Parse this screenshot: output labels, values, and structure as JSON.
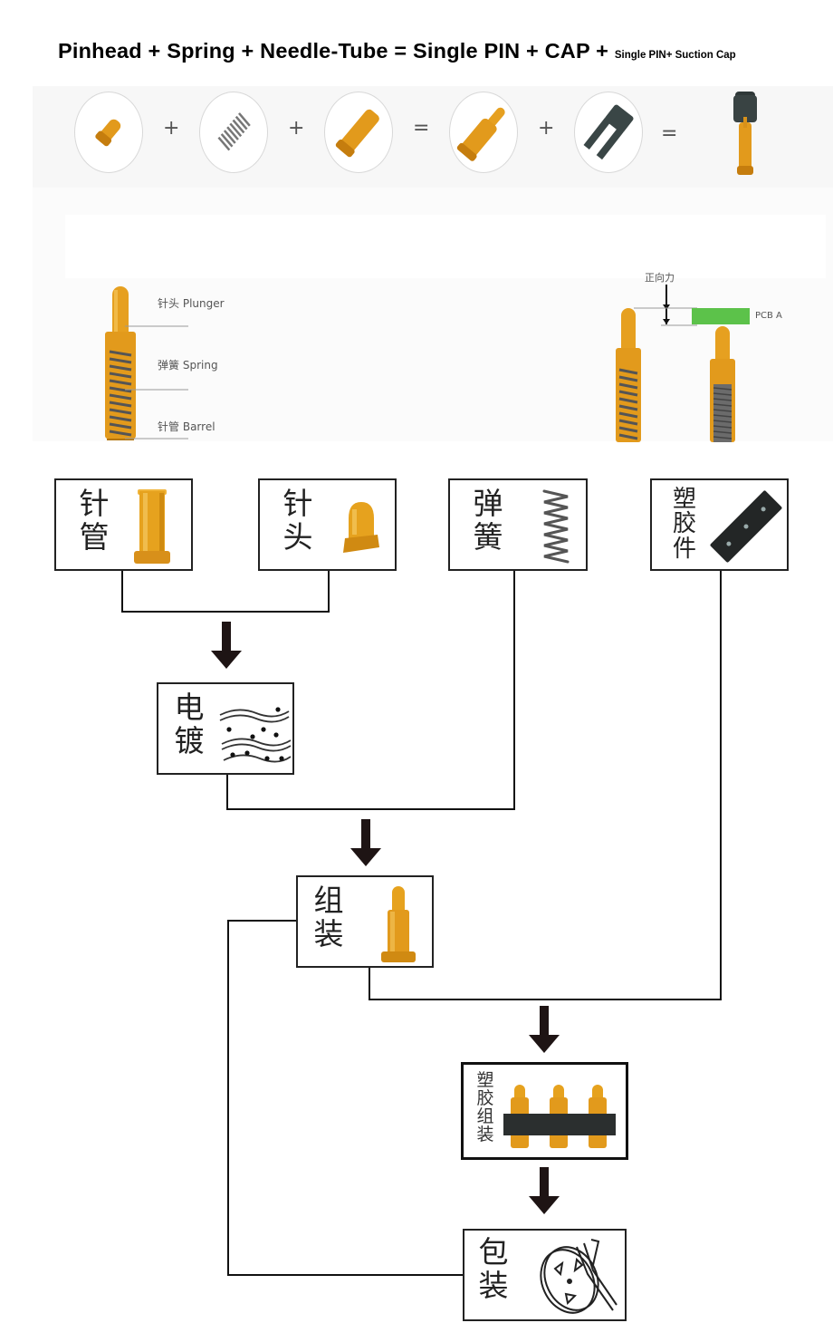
{
  "header": {
    "formula_main": "Pinhead + Spring + Needle-Tube = Single PIN + CAP + ",
    "formula_tail": "Single PIN+ Suction Cap"
  },
  "component_row": {
    "items": [
      "pinhead",
      "spring",
      "needle-tube",
      "single-pin",
      "cap",
      "single-pin-with-suction-cap"
    ],
    "operators": [
      "+",
      "+",
      "=",
      "+",
      "="
    ]
  },
  "cross_section": {
    "labels": [
      {
        "zh": "针头",
        "en": "Plunger"
      },
      {
        "zh": "弹簧",
        "en": "Spring"
      },
      {
        "zh": "针管",
        "en": "Barrel"
      }
    ]
  },
  "force_diagram": {
    "force_label": "正向力",
    "pcb_label": "PCB A",
    "pcb_color": "#5cc24a"
  },
  "flow": {
    "top_boxes": [
      {
        "label": "针管",
        "icon": "barrel"
      },
      {
        "label": "针头",
        "icon": "plunger-tip"
      },
      {
        "label": "弹簧",
        "icon": "spring"
      },
      {
        "label": "塑胶件",
        "icon": "plastic-part"
      }
    ],
    "plating": {
      "label": "电镀",
      "icon": "plating-waves"
    },
    "assembly": {
      "label": "组装",
      "icon": "assembled-pin"
    },
    "plastic_assembly": {
      "label": "塑胶组装",
      "icon": "pin-strip"
    },
    "packaging": {
      "label": "包装",
      "icon": "tape-reel"
    }
  },
  "colors": {
    "gold": "#e8a219",
    "gold_dark": "#b9780a",
    "plastic": "#2b2f2f",
    "line": "#111111"
  }
}
